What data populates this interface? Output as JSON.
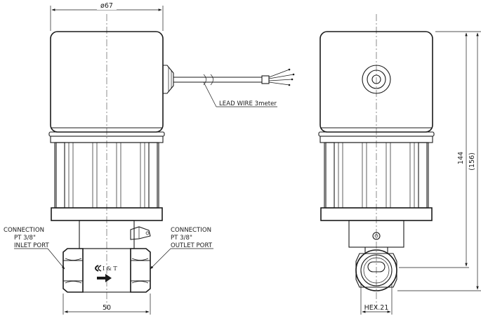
{
  "dimensions": {
    "top_diameter": "ø67",
    "body_width": "50",
    "height_main": "144",
    "height_total": "(156)",
    "hex": "HEX.21"
  },
  "labels": {
    "lead_wire": "LEAD WIRE 3meter",
    "inlet": {
      "line1": "CONNECTION",
      "line2": "PT 3/8\"",
      "line3": "INLET PORT"
    },
    "outlet": {
      "line1": "CONNECTION",
      "line2": "PT 3/8\"",
      "line3": "OUTLET PORT"
    },
    "brand": "I & T"
  }
}
